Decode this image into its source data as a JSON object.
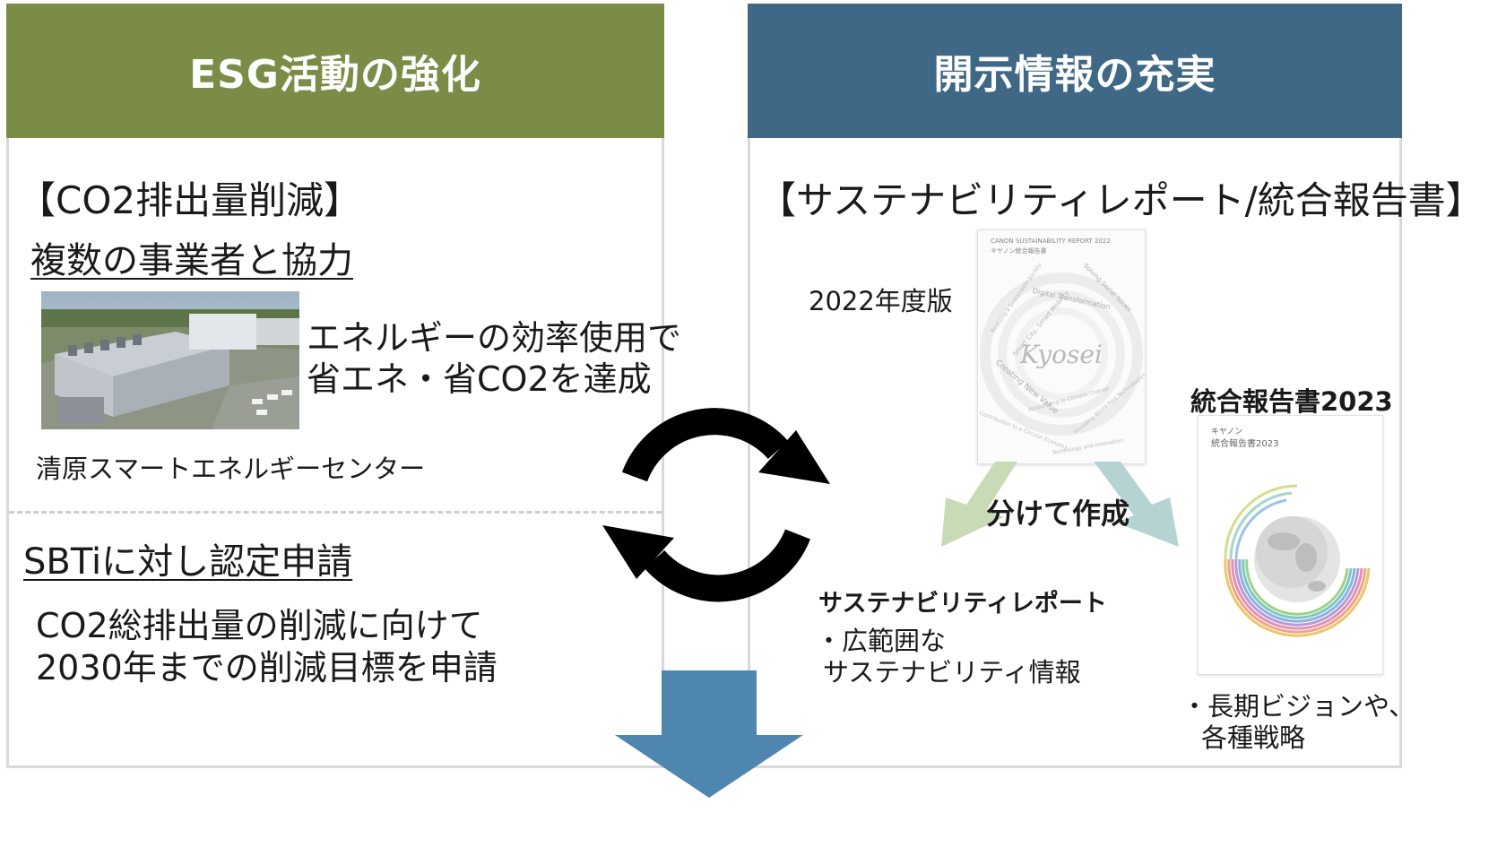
{
  "colors": {
    "left_header": "#7a8c45",
    "right_header": "#3f6887",
    "down_arrow": "#4f86b0",
    "split_arrow_left": "#c9dab6",
    "split_arrow_right": "#b5d3d3"
  },
  "left": {
    "header": "ESG活動の強化",
    "section_title": "【CO2排出量削減】",
    "subtitle1": "複数の事業者と協力",
    "desc_line1": "エネルギーの効率使用で",
    "desc_line2": "省エネ・省CO2を達成",
    "photo_caption": "清原スマートエネルギーセンター",
    "subtitle2": "SBTiに対し認定申請",
    "body_line1": "CO2総排出量の削減に向けて",
    "body_line2": "2030年までの削減目標を申請"
  },
  "right": {
    "header": "開示情報の充実",
    "section_title": "【サステナビリティレポート/統合報告書】",
    "year_label": "2022年度版",
    "report_cover": {
      "title_line1": "CANON SUSTAINABILITY REPORT 2022",
      "title_line2": "キヤノン統合報告書",
      "center_word": "Kyosei",
      "ring_words": [
        "Digital Transformation",
        "Smart City, Smart Mobility",
        "Realizing a Sustainable Society",
        "Solving Social Issues",
        "Creating New Value",
        "Responding to Climate Change",
        "Contribution to a Circular Economy",
        "Providing World-First Technologies",
        "Technology and Innovation"
      ]
    },
    "split_label": "分けて作成",
    "integrated_title": "統合報告書2023",
    "integrated_cover": {
      "line1": "キヤノン",
      "line2": "統合報告書2023"
    },
    "sustain_title": "サステナビリティレポート",
    "sustain_line1": "・広範囲な",
    "sustain_line2": "サステナビリティ情報",
    "integrated_line1": "・長期ビジョンや、",
    "integrated_line2": "各種戦略"
  },
  "icons": [
    "cycle-arrows-icon",
    "down-arrow-icon",
    "split-arrow-icon"
  ]
}
